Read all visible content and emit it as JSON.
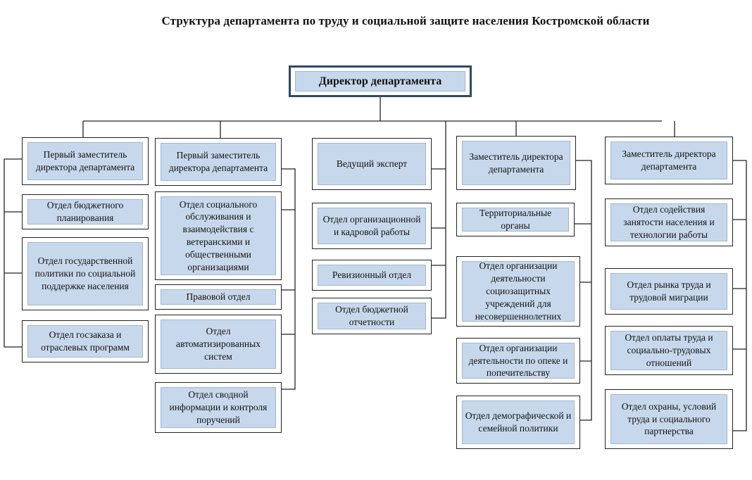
{
  "title": "Структура департамента по труду и социальной защите населения Костромской области",
  "director": "Директор департамента",
  "col1": {
    "head": "Первый заместитель директора департамента",
    "units": [
      "Отдел бюджетного планирования",
      "Отдел государственной политики по социальной поддержке населения",
      "Отдел госзаказа и отраслевых программ"
    ]
  },
  "col2": {
    "head": "Первый заместитель директора департамента",
    "units": [
      "Отдел социального обслуживания и взаимодействия с ветеранскими и общественными организациями",
      "Правовой отдел",
      "Отдел автоматизированных систем",
      "Отдел сводной информации и контроля поручений"
    ]
  },
  "col3": {
    "head": "Ведущий эксперт",
    "units": [
      "Отдел организационной и кадровой работы",
      "Ревизионный отдел",
      "Отдел бюджетной отчетности"
    ]
  },
  "col4": {
    "head": "Заместитель директора департамента",
    "units": [
      "Территориальные органы",
      "Отдел организации деятельности социозащитных учреждений для несовершеннолетних",
      "Отдел организации деятельности по опеке и попечительству",
      "Отдел демографической и семейной политики"
    ]
  },
  "col5": {
    "head": "Заместитель директора департамента",
    "units": [
      "Отдел содействия занятости населения и технологии работы",
      "Отдел рынка труда и трудовой миграции",
      "Отдел оплаты труда и социально-трудовых отношений",
      "Отдел охраны, условий труда и социального партнерства"
    ]
  }
}
